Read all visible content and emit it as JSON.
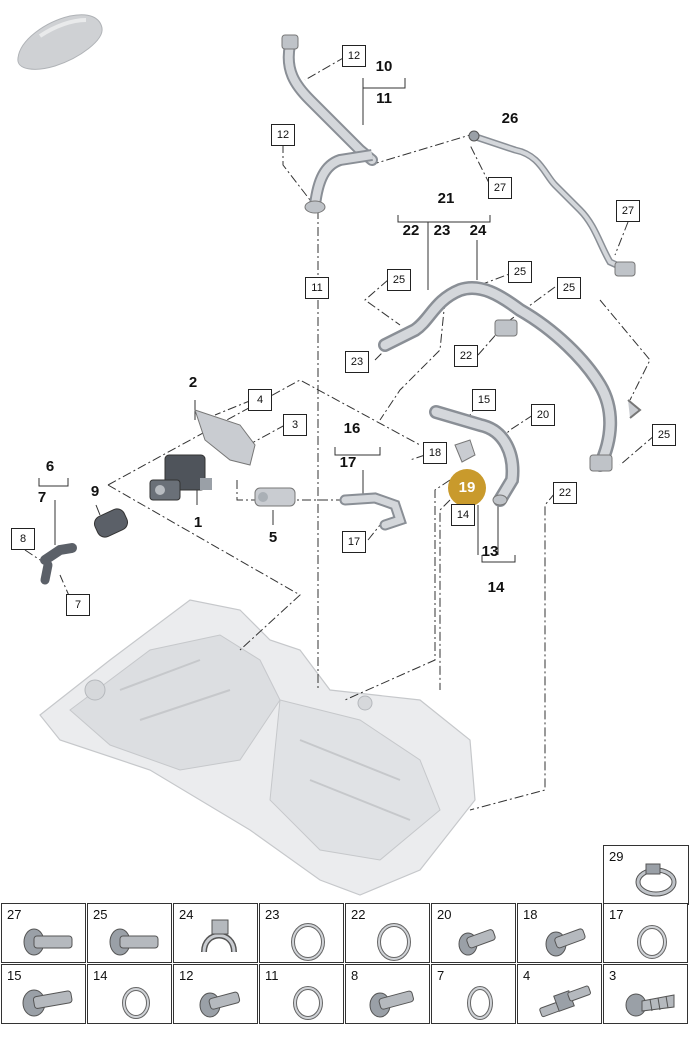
{
  "callouts": {
    "c12a": "12",
    "c10": "10",
    "c11a": "11",
    "c12b": "12",
    "c26": "26",
    "c27a": "27",
    "c27b": "27",
    "c21": "21",
    "c22a": "22",
    "c23a": "23",
    "c24": "24",
    "c25a": "25",
    "c25b": "25",
    "c25c": "25",
    "c11b": "11",
    "c23b": "23",
    "c22b": "22",
    "c2": "2",
    "c4": "4",
    "c3": "3",
    "c15": "15",
    "c20": "20",
    "c16": "16",
    "c17a": "17",
    "c18": "18",
    "c19": "19",
    "c6": "6",
    "c7a": "7",
    "c9": "9",
    "c1": "1",
    "c5": "5",
    "c8": "8",
    "c7b": "7",
    "c17b": "17",
    "c14a": "14",
    "c13": "13",
    "c14b": "14",
    "c25d": "25",
    "c22c": "22"
  },
  "legend": {
    "c29": "29",
    "row1": [
      "27",
      "25",
      "24",
      "23",
      "22",
      "20",
      "18",
      "17"
    ],
    "row2": [
      "15",
      "14",
      "12",
      "11",
      "8",
      "7",
      "4",
      "3"
    ]
  },
  "colors": {
    "badge": "#c99a2c",
    "part": "#c9ccd1",
    "partDark": "#8a8f96",
    "engine": "#e6e7e9"
  }
}
